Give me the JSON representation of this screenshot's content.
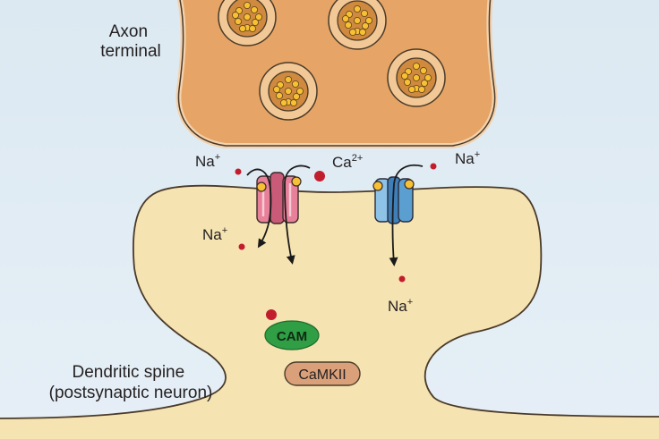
{
  "labels": {
    "axon_line1": "Axon",
    "axon_line2": "terminal",
    "spine_line1": "Dendritic spine",
    "spine_line2": "(postsynaptic neuron)",
    "na_base": "Na",
    "na_charge": "+",
    "ca_base": "Ca",
    "ca_charge": "2+",
    "cam": "CAM",
    "camkii": "CaMKII"
  },
  "colors": {
    "background": "#dfeaf2",
    "axon_fill": "#e6a566",
    "axon_edge": "#f3d2ad",
    "spine_fill": "#f5e3b1",
    "vesicle_ring": "#f2c996",
    "vesicle_core": "#cf8a3f",
    "transmitter": "#f7c133",
    "channel_left": "#e8809a",
    "channel_right": "#5b9fd1",
    "ion": "#c21d2d",
    "cam": "#2f9e44",
    "camkii": "#d9a07a"
  }
}
